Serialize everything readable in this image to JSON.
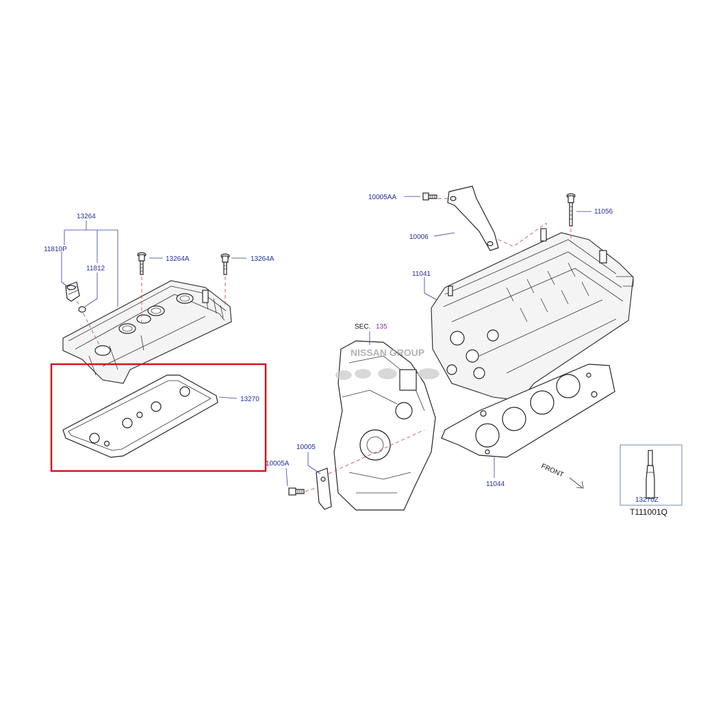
{
  "diagram": {
    "labels": {
      "p13264": "13264",
      "p11810P": "11810P",
      "p11812": "11812",
      "p13264A_1": "13264A",
      "p13264A_2": "13264A",
      "p13270": "13270",
      "p10005AA": "10005AA",
      "p10006": "10006",
      "p11056": "11056",
      "p11041": "11041",
      "sec_prefix": "SEC.",
      "sec_number": "135",
      "p10005": "10005",
      "p10005A": "10005A",
      "p11044": "11044",
      "front": "FRONT",
      "p13270Z": "13270Z",
      "diagram_code": "T111001Q"
    },
    "watermark": "NISSAN GROUP",
    "colors": {
      "part_number": "#1f2f9a",
      "section_ref": "#8a2fa8",
      "highlight": "#d0161c",
      "dash_line": "#d84a4a"
    }
  }
}
